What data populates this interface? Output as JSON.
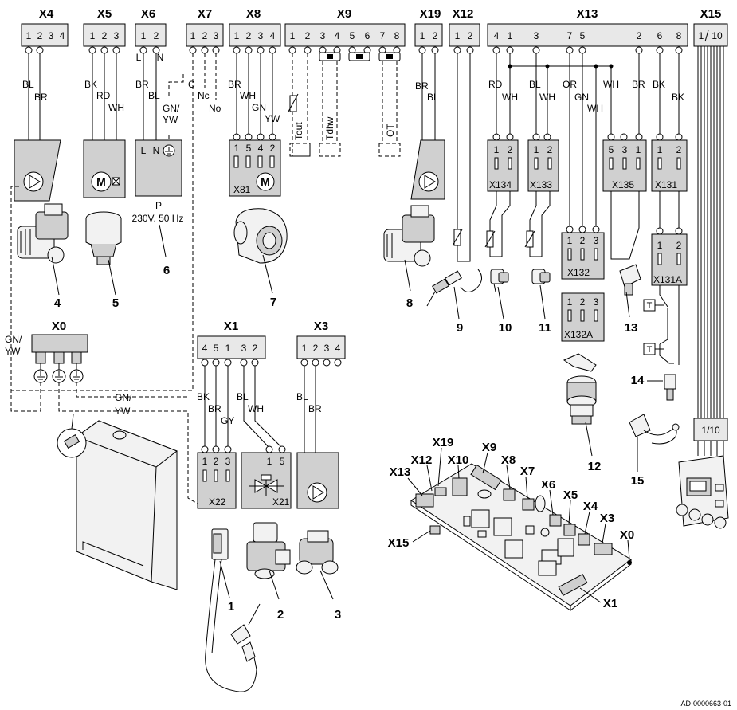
{
  "headers": {
    "x4": {
      "label": "X4",
      "pins": [
        "1",
        "2",
        "3",
        "4"
      ]
    },
    "x5": {
      "label": "X5",
      "pins": [
        "1",
        "2",
        "3"
      ]
    },
    "x6": {
      "label": "X6",
      "pins": [
        "1",
        "2"
      ]
    },
    "x7": {
      "label": "X7",
      "pins": [
        "1",
        "2",
        "3"
      ]
    },
    "x8": {
      "label": "X8",
      "pins": [
        "1",
        "2",
        "3",
        "4"
      ]
    },
    "x9": {
      "label": "X9",
      "pins": [
        "1",
        "2",
        "3",
        "4",
        "5",
        "6",
        "7",
        "8"
      ]
    },
    "x19": {
      "label": "X19",
      "pins": [
        "1",
        "2"
      ]
    },
    "x12": {
      "label": "X12",
      "pins": [
        "1",
        "2"
      ]
    },
    "x13": {
      "label": "X13",
      "pins": [
        "4",
        "1",
        "3",
        "7",
        "5",
        "2",
        "6",
        "8"
      ]
    },
    "x15": {
      "label": "X15",
      "pins": [
        "1",
        "10"
      ]
    },
    "x0": {
      "label": "X0"
    },
    "x1": {
      "label": "X1",
      "pins": [
        "4",
        "5",
        "1",
        "3",
        "2"
      ]
    },
    "x3": {
      "label": "X3",
      "pins": [
        "1",
        "2",
        "3",
        "4"
      ]
    }
  },
  "wires": {
    "x4": [
      "BL",
      "BR"
    ],
    "x5": [
      "BK",
      "RD",
      "WH"
    ],
    "x6_top": [
      "L",
      "N"
    ],
    "x6": [
      "BR",
      "BL",
      "GN/",
      "YW"
    ],
    "x7": [
      "C",
      "Nc",
      "No"
    ],
    "x8": [
      "BR",
      "WH",
      "GN",
      "YW"
    ],
    "x9": [
      "Tout",
      "Tdhw",
      "OT"
    ],
    "x19": [
      "BR",
      "BL"
    ],
    "x13": [
      "RD",
      "WH",
      "BL",
      "WH",
      "OR",
      "GN",
      "WH",
      "WH",
      "BR",
      "BK",
      "BK"
    ],
    "x0": [
      "GN/",
      "YW",
      "GN/",
      "YW"
    ],
    "x1": [
      "BK",
      "BR",
      "GY",
      "BL",
      "WH"
    ],
    "x3": [
      "BL",
      "BR"
    ],
    "x0_left": [
      "GN/",
      "YW"
    ]
  },
  "sub_connectors": {
    "x81": {
      "label": "X81",
      "pins": [
        "1",
        "5",
        "4",
        "2"
      ]
    },
    "x134": {
      "label": "X134",
      "pins": [
        "1",
        "2"
      ]
    },
    "x133": {
      "label": "X133",
      "pins": [
        "1",
        "2"
      ]
    },
    "x135": {
      "label": "X135",
      "pins": [
        "5",
        "3",
        "1"
      ]
    },
    "x131": {
      "label": "X131",
      "pins": [
        "1",
        "2"
      ]
    },
    "x132": {
      "label": "X132",
      "pins": [
        "1",
        "2",
        "3"
      ]
    },
    "x132a": {
      "label": "X132A",
      "pins": [
        "1",
        "2",
        "3"
      ]
    },
    "x131a": {
      "label": "X131A",
      "pins": [
        "1",
        "2"
      ]
    },
    "x22": {
      "label": "X22",
      "pins": [
        "1",
        "2",
        "3"
      ]
    },
    "x21": {
      "label": "X21",
      "pins": [
        "1",
        "5"
      ]
    },
    "x15b": {
      "label": "1/10"
    }
  },
  "power": {
    "l": "L",
    "n": "N",
    "p": "P",
    "spec": "230V. 50 Hz"
  },
  "motor_label": "M",
  "thermostat_label": "T",
  "callouts": [
    "1",
    "2",
    "3",
    "4",
    "5",
    "6",
    "7",
    "8",
    "9",
    "10",
    "11",
    "12",
    "13",
    "14",
    "15"
  ],
  "board_labels": [
    "X19",
    "X12",
    "X10",
    "X9",
    "X8",
    "X13",
    "X7",
    "X6",
    "X5",
    "X4",
    "X3",
    "X0",
    "X15",
    "X1"
  ],
  "doc_id": "AD-0000663-01"
}
